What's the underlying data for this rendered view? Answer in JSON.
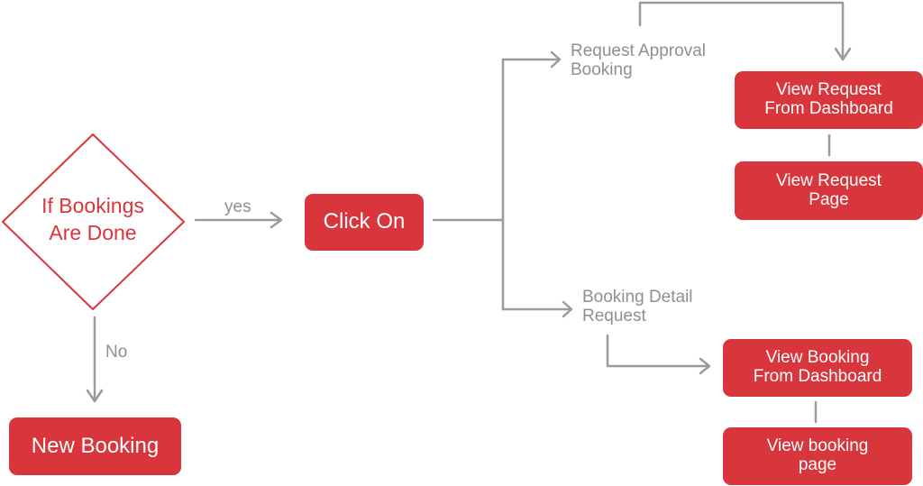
{
  "colors": {
    "primary": "#d9353d",
    "connector": "#9b9b9b",
    "label": "#8f8f8f"
  },
  "decision": {
    "text": "If Bookings\nAre Done"
  },
  "edges": {
    "yes": "yes",
    "no": "No"
  },
  "nodes": {
    "click_on": "Click On",
    "new_booking": "New  Booking",
    "view_request_dashboard": "View Request\nFrom Dashboard",
    "view_request_page": "View Request\nPage",
    "view_booking_dashboard": "View Booking\nFrom Dashboard",
    "view_booking_page": "View booking\npage"
  },
  "branches": {
    "request_approval": "Request Approval\nBooking",
    "booking_detail": "Booking Detail\nRequest"
  }
}
